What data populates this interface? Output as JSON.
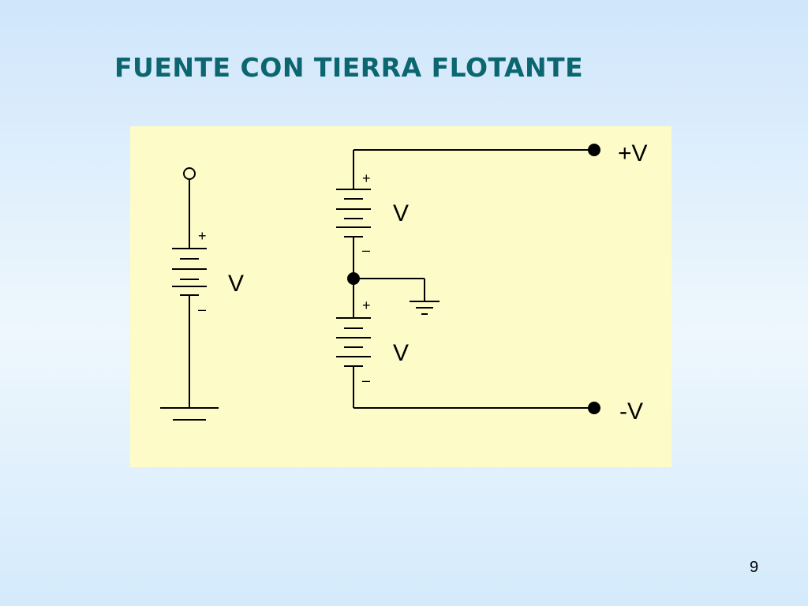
{
  "slide": {
    "title": "FUENTE CON TIERRA FLOTANTE",
    "page_number": "9"
  },
  "diagram": {
    "left_circuit": {
      "plus_sign": "+",
      "minus_sign": "–",
      "voltage_label": "V"
    },
    "right_circuit": {
      "top_battery": {
        "plus_sign": "+",
        "minus_sign": "–",
        "voltage_label": "V"
      },
      "bottom_battery": {
        "plus_sign": "+",
        "minus_sign": "–",
        "voltage_label": "V"
      },
      "positive_terminal_label": "+V",
      "negative_terminal_label": "-V"
    }
  },
  "colors": {
    "title": "#0b6670",
    "panel_background": "#fdfcc8",
    "wire": "#000000"
  }
}
